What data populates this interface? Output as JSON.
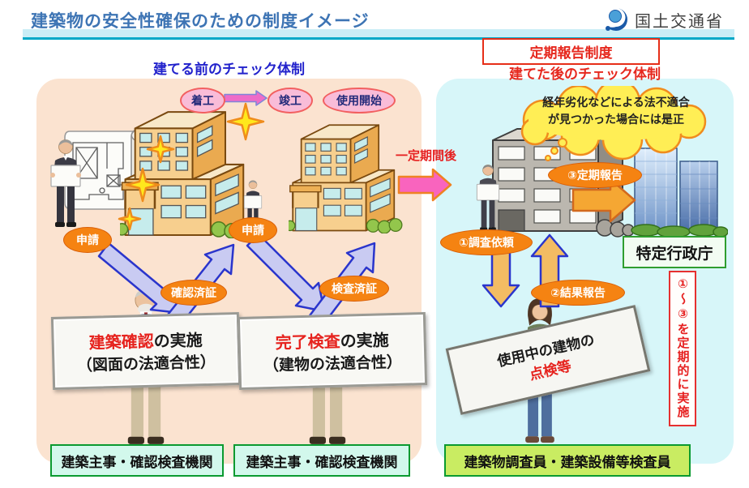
{
  "header": {
    "title": "建築物の安全性確保のための制度イメージ",
    "agency": "国土交通省"
  },
  "before_panel": {
    "heading": "建てる前のチェック体制",
    "milestones": {
      "start": "着工",
      "completion": "竣工",
      "occupancy": "使用開始"
    },
    "confirmation_flow": {
      "application": "申請",
      "certificate": "確認済証"
    },
    "inspection_flow": {
      "application": "申請",
      "certificate": "検査済証"
    },
    "confirmation_sign": {
      "term": "建築確認",
      "suffix": "の実施",
      "scope": "（図面の法適合性）"
    },
    "inspection_sign": {
      "term": "完了検査",
      "suffix": "の実施",
      "scope": "（建物の法適合性）"
    },
    "actor_left": "建築主事・確認検査機関",
    "actor_right": "建築主事・確認検査機関"
  },
  "after_panel": {
    "badge": "定期報告制度",
    "heading": "建てた後のチェック体制",
    "cloud": {
      "line1": "経年劣化などによる法不適合",
      "line2": "が見つかった場合には是正"
    },
    "interval": "一定期間後",
    "steps": {
      "survey_request": "①調査依頼",
      "result_report": "②結果報告",
      "periodic_report": "③定期報告"
    },
    "authority": "特定行政庁",
    "sign": {
      "line1": "使用中の建物の",
      "line2": "点検等"
    },
    "periodic_note": "①～③を定期的に実施",
    "actor": "建築物調査員・建築設備等検査員"
  },
  "colors": {
    "title_blue": "#3d74b4",
    "underline_teal": "#00a8c8",
    "panel_before_bg": "#fbe3d0",
    "panel_after_bg": "#d7f6f9",
    "heading_before_blue": "#2222cc",
    "accent_red": "#e6281e",
    "ellipse_orange": "#f58312",
    "ellipse_pink": "#f9bcd8",
    "arrow_lavender": "#c9cbf2",
    "arrow_blue_border": "#2a35cc",
    "arrow_orange": "#f3bc63",
    "arrow_pink": "#f964be",
    "footer_cyan_bg": "#d2f8ec",
    "footer_green_bg": "#c9ec62",
    "footer_border_green": "#0a9a30"
  }
}
